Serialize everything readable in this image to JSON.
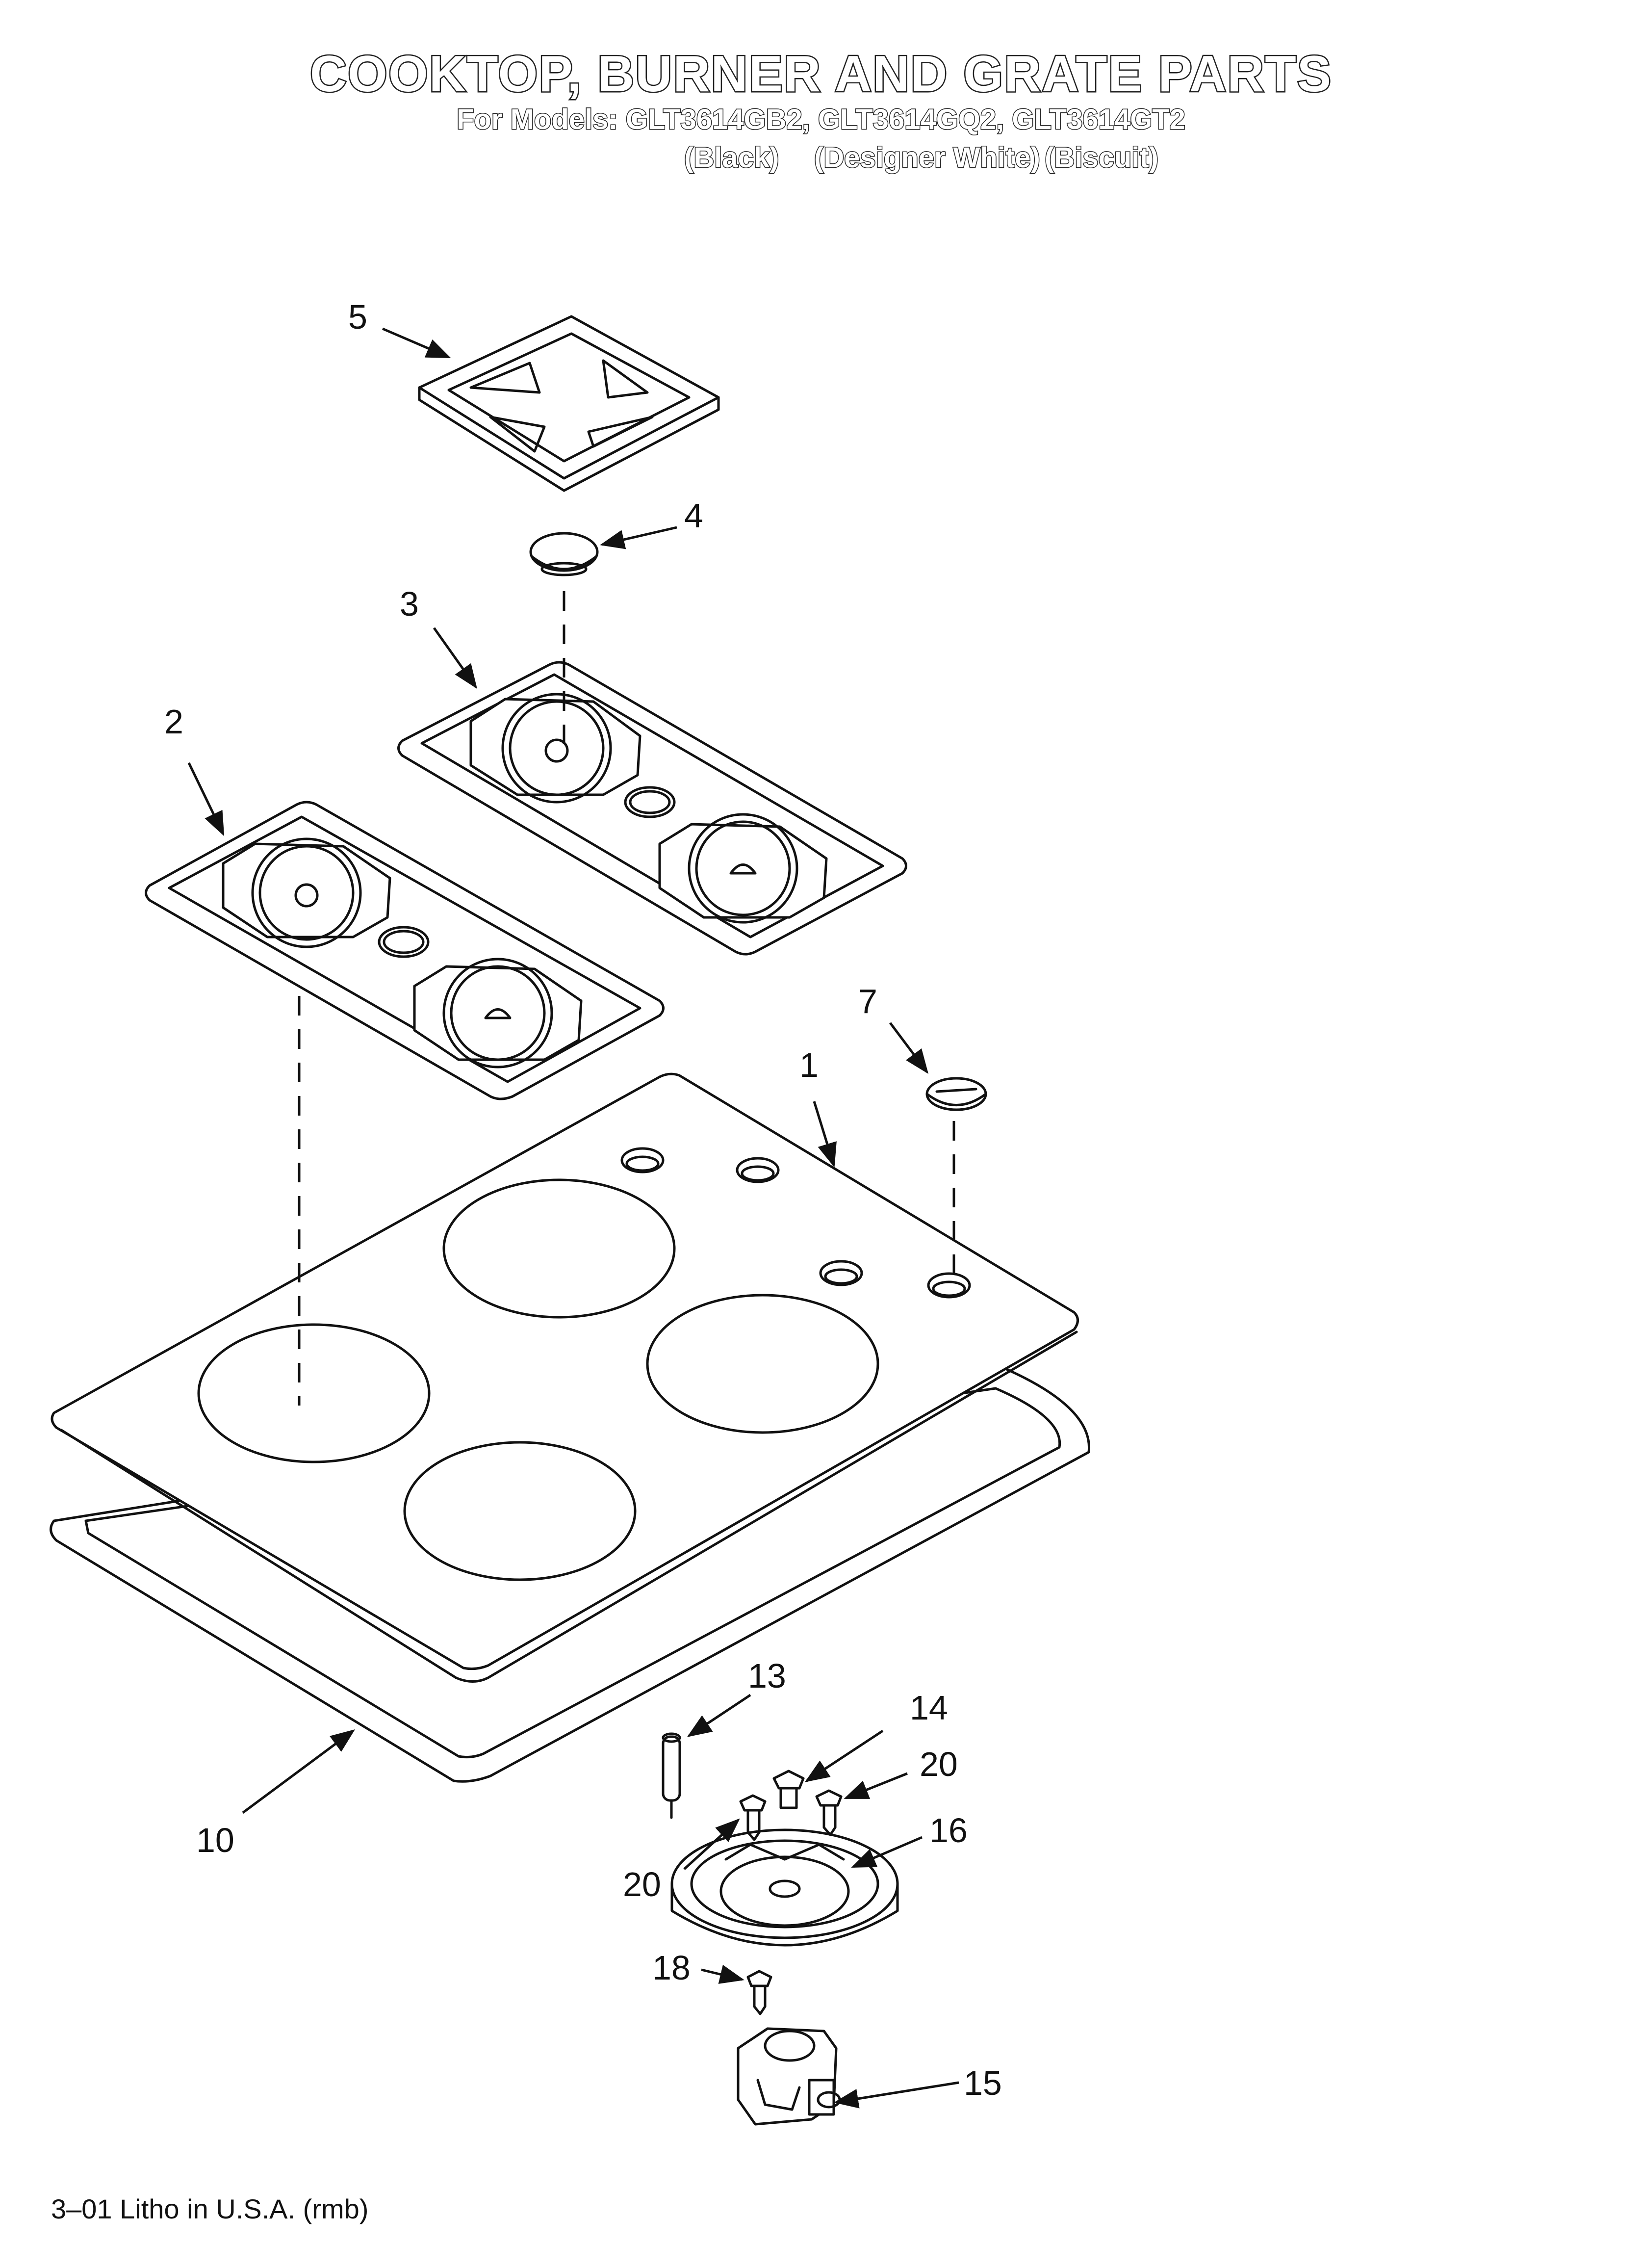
{
  "header": {
    "title": "COOKTOP, BURNER AND GRATE PARTS",
    "models": "For Models: GLT3614GB2, GLT3614GQ2, GLT3614GT2",
    "colors": [
      "(Black)",
      "(Designer White)",
      "(Biscuit)"
    ]
  },
  "callouts": {
    "c1": "1",
    "c2": "2",
    "c3": "3",
    "c4": "4",
    "c5": "5",
    "c7": "7",
    "c10": "10",
    "c13": "13",
    "c14": "14",
    "c15": "15",
    "c16": "16",
    "c18": "18",
    "c20a": "20",
    "c20b": "20"
  },
  "footer": {
    "litho": "3–01 Litho in U.S.A. (rmb)"
  }
}
